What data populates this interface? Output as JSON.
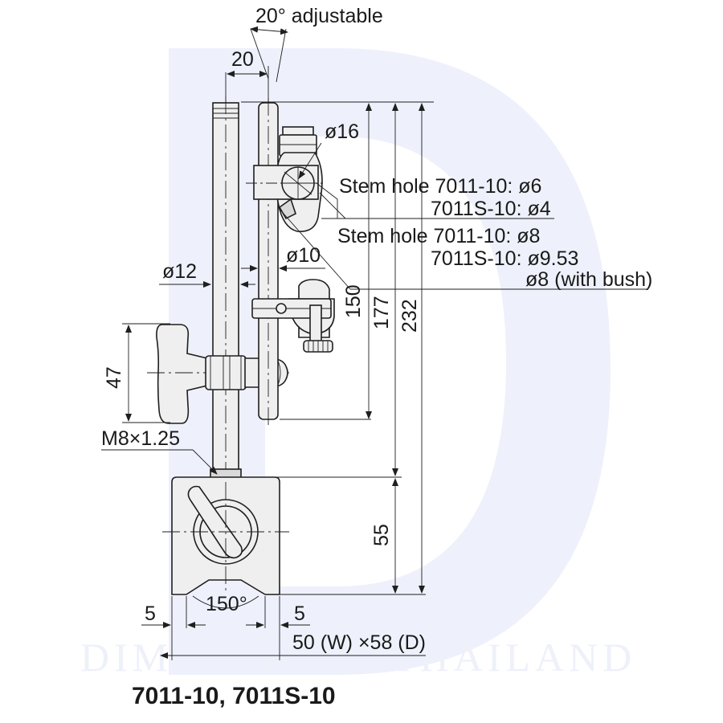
{
  "labels": {
    "angle_adjustable": "20° adjustable",
    "offset_20": "20",
    "dia_16": "ø16",
    "stem_hole_1": "Stem hole 7011-10:  ø6",
    "stem_hole_1b": "7011S-10: ø4",
    "stem_hole_2": "Stem hole 7011-10:  ø8",
    "stem_hole_2b": "7011S-10: ø9.53",
    "stem_hole_2c": "ø8 (with bush)",
    "dia_12": "ø12",
    "dia_10": "ø10",
    "dim_150": "150",
    "dim_177": "177",
    "dim_232": "232",
    "dim_47": "47",
    "thread": "M8×1.25",
    "dim_55": "55",
    "dim_5_left": "5",
    "dim_5_right": "5",
    "angle_150": "150°",
    "base_size": "50 (W) ×58 (D)"
  },
  "title": "7011-10, 7011S-10",
  "watermark": "DIMENSIONS THAILAND"
}
